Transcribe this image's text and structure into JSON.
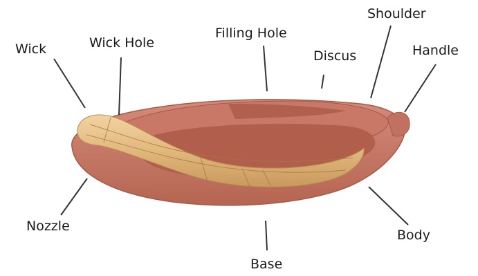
{
  "labels": {
    "wick": "Wick",
    "wick_hole": "Wick Hole",
    "filling_hole": "Filling Hole",
    "discus": "Discus",
    "shoulder": "Shoulder",
    "handle": "Handle",
    "nozzle": "Nozzle",
    "base": "Base",
    "body": "Body"
  },
  "colors": {
    "clay_outer": "#c97868",
    "clay_inner": "#b8614f",
    "clay_dark": "#9c4b3b",
    "wick": "#e3bd84",
    "leader_line": "#333333"
  }
}
